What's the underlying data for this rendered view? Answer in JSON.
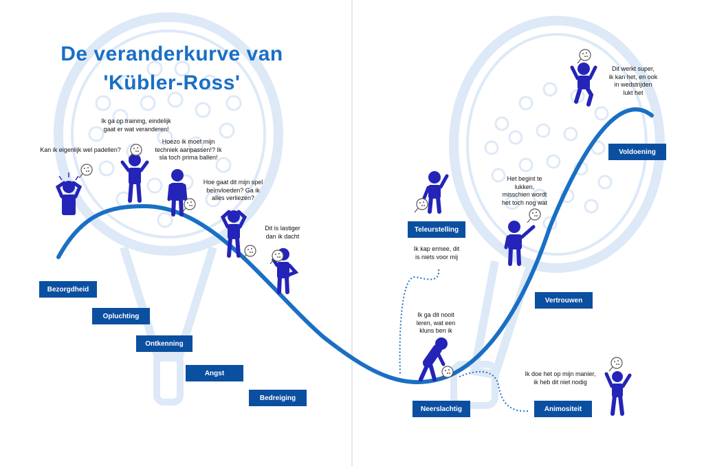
{
  "title": {
    "line1": "De veranderkurve van",
    "line2": "'Kübler-Ross'"
  },
  "phases": {
    "bezorgdheid": "Bezorgdheid",
    "opluchting": "Opluchting",
    "ontkenning": "Ontkenning",
    "angst": "Angst",
    "bedreiging": "Bedreiging",
    "teleurstelling": "Teleurstelling",
    "neerslachtig": "Neerslachtig",
    "vertrouwen": "Vertrouwen",
    "animositeit": "Animositeit",
    "voldoening": "Voldoening"
  },
  "quotes": {
    "padellen": "Kan ik eigenlijk wel padellen?",
    "training": [
      "Ik ga op training, eindelijk",
      "gaat er wat veranderen!"
    ],
    "techniek": [
      "Hoezo ik moet mijn",
      "techniek aanpassen!? Ik",
      "sla toch prima ballen!"
    ],
    "spel": [
      "Hoe gaat dit mijn spel",
      "beïnvloeden? Ga ik",
      "alles verliezen?"
    ],
    "lastiger": [
      "Dit is lastiger",
      "dan ik dacht"
    ],
    "kap": [
      "Ik kap ermee, dit",
      "is niets voor mij"
    ],
    "leren": [
      "Ik ga dit nooit",
      "leren, wat een",
      "kluns ben ik"
    ],
    "lukken": [
      "Het begint te",
      "lukken,",
      "misschien wordt",
      "het toch nog wat"
    ],
    "manier": [
      "Ik doe het op mijn manier,",
      "ik heb dit niet nodig"
    ],
    "super": [
      "Dit werkt super,",
      "ik kan het, en ook",
      "in wedstrijden",
      "lukt het"
    ]
  },
  "colors": {
    "curve": "#1a6fc4",
    "box": "#0b4fa0",
    "figure": "#2424b8",
    "title": "#1a6fc4",
    "racket_watermark": "#dde9f7"
  },
  "icons": {
    "figure": "person-figure-icon",
    "racket": "padel-racket-icon",
    "background": "padel-racket-watermark"
  }
}
